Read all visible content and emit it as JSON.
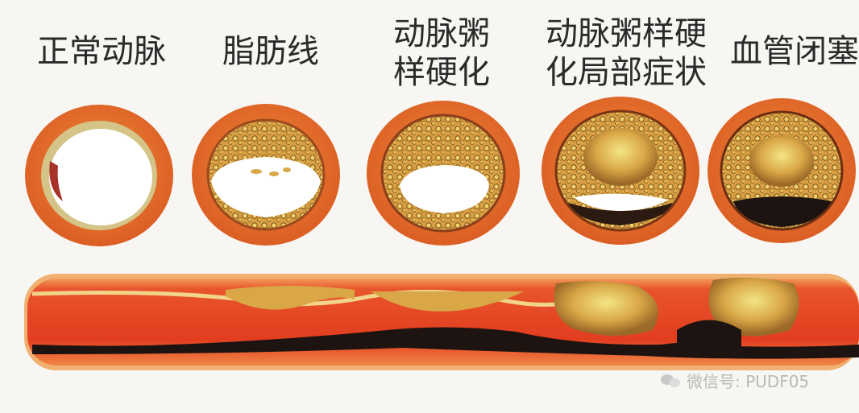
{
  "stages": [
    {
      "label_lines": [
        "正常动脉"
      ]
    },
    {
      "label_lines": [
        "脂肪线"
      ]
    },
    {
      "label_lines": [
        "动脉粥",
        "样硬化"
      ]
    },
    {
      "label_lines": [
        "动脉粥样硬",
        "化局部症状"
      ]
    },
    {
      "label_lines": [
        "血管闭塞"
      ]
    }
  ],
  "watermark": {
    "icon": "wechat-icon",
    "text": "微信号: PUDF05"
  },
  "colors": {
    "artery_wall": "#e9702a",
    "wall_inner": "#c9451d",
    "plaque": "#d8a343",
    "plaque_core": "#f2e27b",
    "clot": "#1d1411",
    "lumen": "#ffffff"
  }
}
